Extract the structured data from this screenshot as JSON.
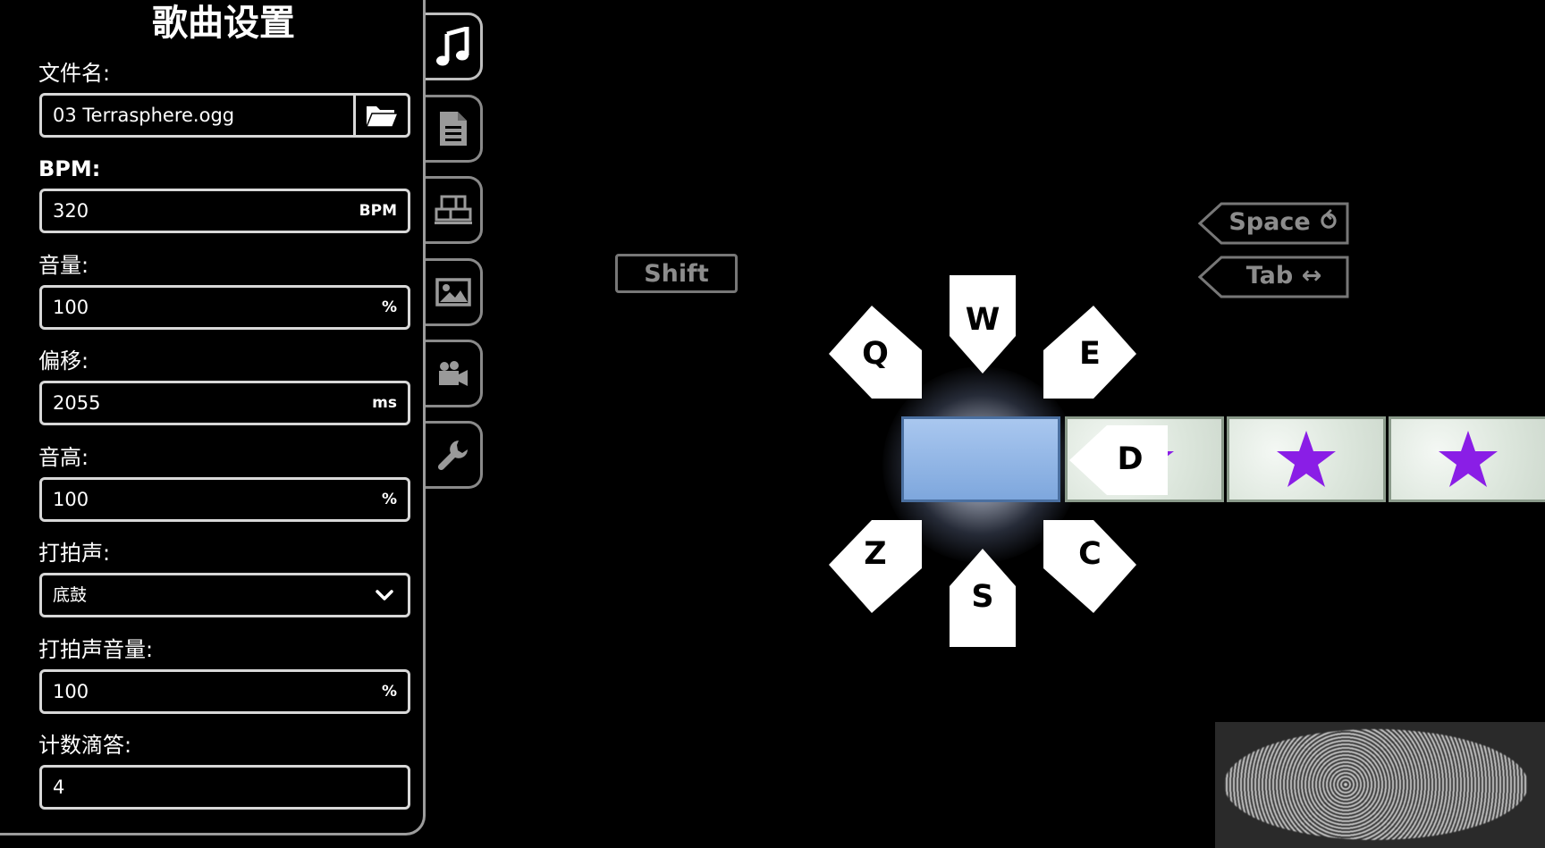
{
  "panel": {
    "title": "歌曲设置",
    "fields": [
      {
        "label": "文件名:",
        "value": "03 Terrasphere.ogg",
        "unit": ""
      },
      {
        "label": "BPM:",
        "value": "320",
        "unit": "BPM"
      },
      {
        "label": "音量:",
        "value": "100",
        "unit": "%"
      },
      {
        "label": "偏移:",
        "value": "2055",
        "unit": "ms"
      },
      {
        "label": "音高:",
        "value": "100",
        "unit": "%"
      },
      {
        "label": "打拍声:",
        "value": "底鼓",
        "unit": ""
      },
      {
        "label": "打拍声音量:",
        "value": "100",
        "unit": "%"
      },
      {
        "label": "计数滴答:",
        "value": "4",
        "unit": ""
      }
    ]
  },
  "tabs": [
    {
      "icon": "music-note-icon"
    },
    {
      "icon": "document-icon"
    },
    {
      "icon": "layout-icon"
    },
    {
      "icon": "image-icon"
    },
    {
      "icon": "video-camera-icon"
    },
    {
      "icon": "wrench-icon"
    }
  ],
  "stage": {
    "shift_label": "Shift",
    "space_label": "Space ⥀",
    "tab_label": "Tab ↔",
    "keys": {
      "w": "W",
      "q": "Q",
      "e": "E",
      "d": "D",
      "z": "Z",
      "s": "S",
      "c": "C"
    }
  },
  "colors": {
    "star": "#8a1ee6",
    "hit_cell": "#8fb3e6",
    "panel_border": "#9c9c9c"
  }
}
